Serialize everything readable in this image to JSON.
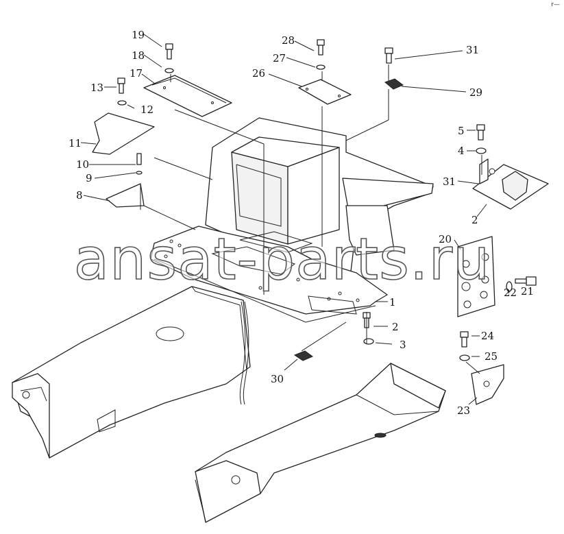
{
  "diagram": {
    "corner_mark": "r—",
    "watermark": "ansat-parts.ru",
    "callouts": {
      "c1": "1",
      "c2a": "2",
      "c2b": "2",
      "c3": "3",
      "c4": "4",
      "c5": "5",
      "c8": "8",
      "c9": "9",
      "c10": "10",
      "c11": "11",
      "c12": "12",
      "c13": "13",
      "c17": "17",
      "c18": "18",
      "c19": "19",
      "c20": "20",
      "c21": "21",
      "c22": "22",
      "c23": "23",
      "c24": "24",
      "c25": "25",
      "c26": "26",
      "c27": "27",
      "c28": "28",
      "c29": "29",
      "c30": "30",
      "c31a": "31",
      "c31b": "31"
    }
  }
}
